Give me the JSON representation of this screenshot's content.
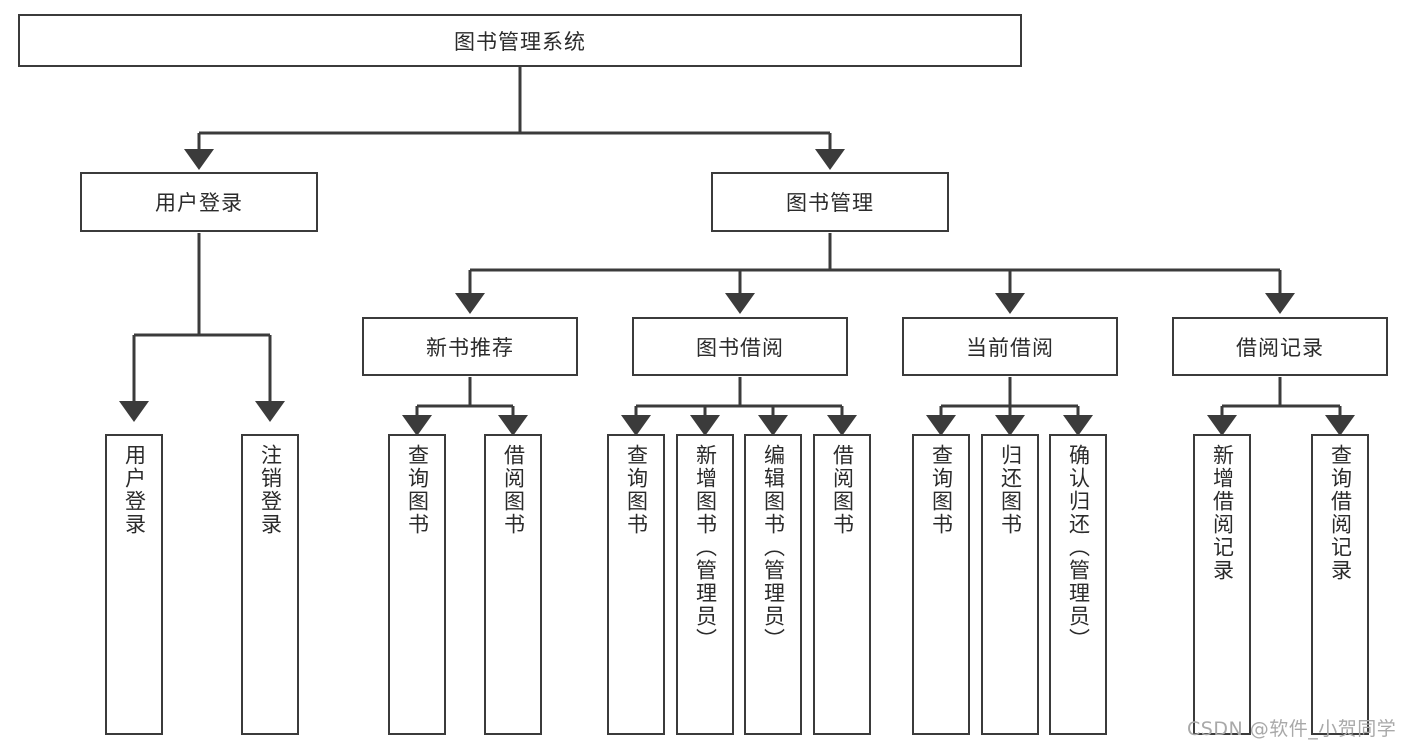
{
  "diagram": {
    "type": "hierarchy-tree",
    "title_node": {
      "label": "图书管理系统"
    },
    "level1": [
      {
        "id": "user-login",
        "label": "用户登录"
      },
      {
        "id": "book-management",
        "label": "图书管理"
      }
    ],
    "level2": [
      {
        "id": "new-book-recommend",
        "label": "新书推荐",
        "parent": "book-management"
      },
      {
        "id": "book-borrow",
        "label": "图书借阅",
        "parent": "book-management"
      },
      {
        "id": "current-borrow",
        "label": "当前借阅",
        "parent": "book-management"
      },
      {
        "id": "borrow-record",
        "label": "借阅记录",
        "parent": "book-management"
      }
    ],
    "leaves": [
      {
        "id": "leaf-user-login",
        "label": "用户登录",
        "parent": "user-login"
      },
      {
        "id": "leaf-user-logout",
        "label": "注销登录",
        "parent": "user-login"
      },
      {
        "id": "leaf-query-book-1",
        "label": "查询图书",
        "parent": "new-book-recommend"
      },
      {
        "id": "leaf-borrow-book-1",
        "label": "借阅图书",
        "parent": "new-book-recommend"
      },
      {
        "id": "leaf-query-book-2",
        "label": "查询图书",
        "parent": "book-borrow"
      },
      {
        "id": "leaf-add-book",
        "label": "新增图书（管理员）",
        "parent": "book-borrow"
      },
      {
        "id": "leaf-edit-book",
        "label": "编辑图书（管理员）",
        "parent": "book-borrow"
      },
      {
        "id": "leaf-borrow-book-2",
        "label": "借阅图书",
        "parent": "book-borrow"
      },
      {
        "id": "leaf-query-book-3",
        "label": "查询图书",
        "parent": "current-borrow"
      },
      {
        "id": "leaf-return-book",
        "label": "归还图书",
        "parent": "current-borrow"
      },
      {
        "id": "leaf-confirm-return",
        "label": "确认归还（管理员）",
        "parent": "current-borrow"
      },
      {
        "id": "leaf-add-record",
        "label": "新增借阅记录",
        "parent": "borrow-record"
      },
      {
        "id": "leaf-query-record",
        "label": "查询借阅记录",
        "parent": "borrow-record"
      }
    ]
  },
  "watermark": {
    "text": "CSDN @软件_小贺同学"
  },
  "colors": {
    "stroke": "#3b3b3b",
    "text": "#2b2b2b",
    "background": "#ffffff",
    "watermark": "#a9a9a9"
  }
}
